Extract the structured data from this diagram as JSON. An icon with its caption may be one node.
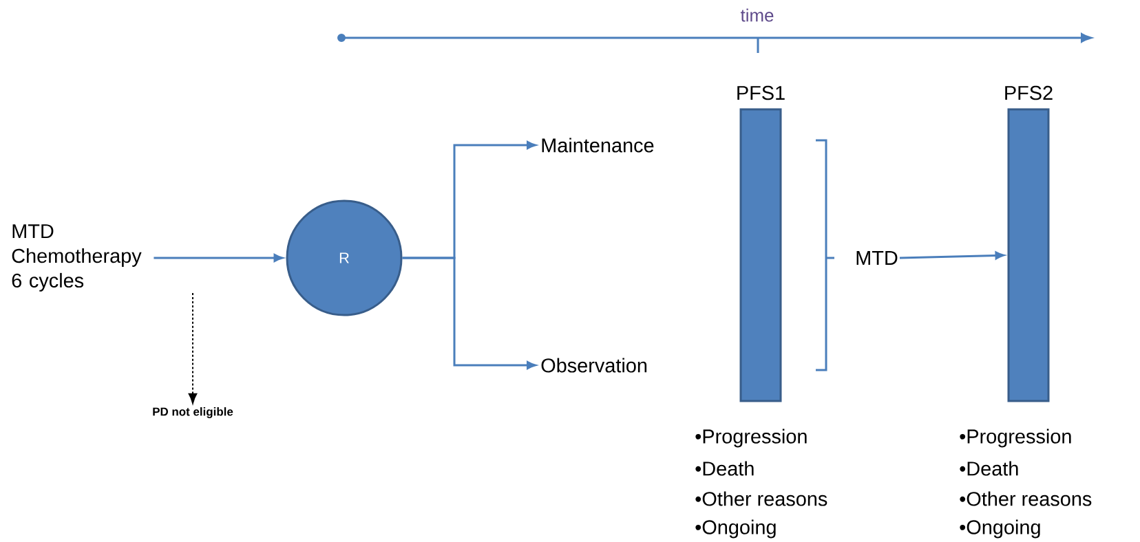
{
  "diagram": {
    "nodes": [
      {
        "text": [
          "MTD Chemotherapy 6 cycles"
        ]
      },
      {
        "text": [
          "R"
        ]
      },
      {
        "text": [
          "PD not eligible"
        ]
      },
      {
        "text": [
          "Maintenance"
        ]
      },
      {
        "text": [
          "Observation"
        ]
      },
      {
        "text": [
          "PFS1"
        ],
        "beside": [
          "•Progression",
          "•Death",
          "•Other reasons",
          "•Ongoing"
        ]
      },
      {
        "text": [
          "MTD"
        ]
      },
      {
        "text": [
          "PFS2"
        ],
        "beside": [
          "•Progression",
          "•Death",
          "•Other reasons",
          "•Ongoing"
        ]
      }
    ],
    "edges": [
      {
        "from": 0,
        "to": 1,
        "arrow": "to"
      },
      {
        "from": 0,
        "to": 2,
        "arrow": "to",
        "style": "dashed",
        "color": "#000000"
      },
      {
        "from": 1,
        "to": 3,
        "arrow": "to"
      },
      {
        "from": 1,
        "to": 4,
        "arrow": "to"
      },
      {
        "from": 6,
        "to": 7,
        "arrow": "to"
      }
    ],
    "labels": [
      "time"
    ]
  }
}
